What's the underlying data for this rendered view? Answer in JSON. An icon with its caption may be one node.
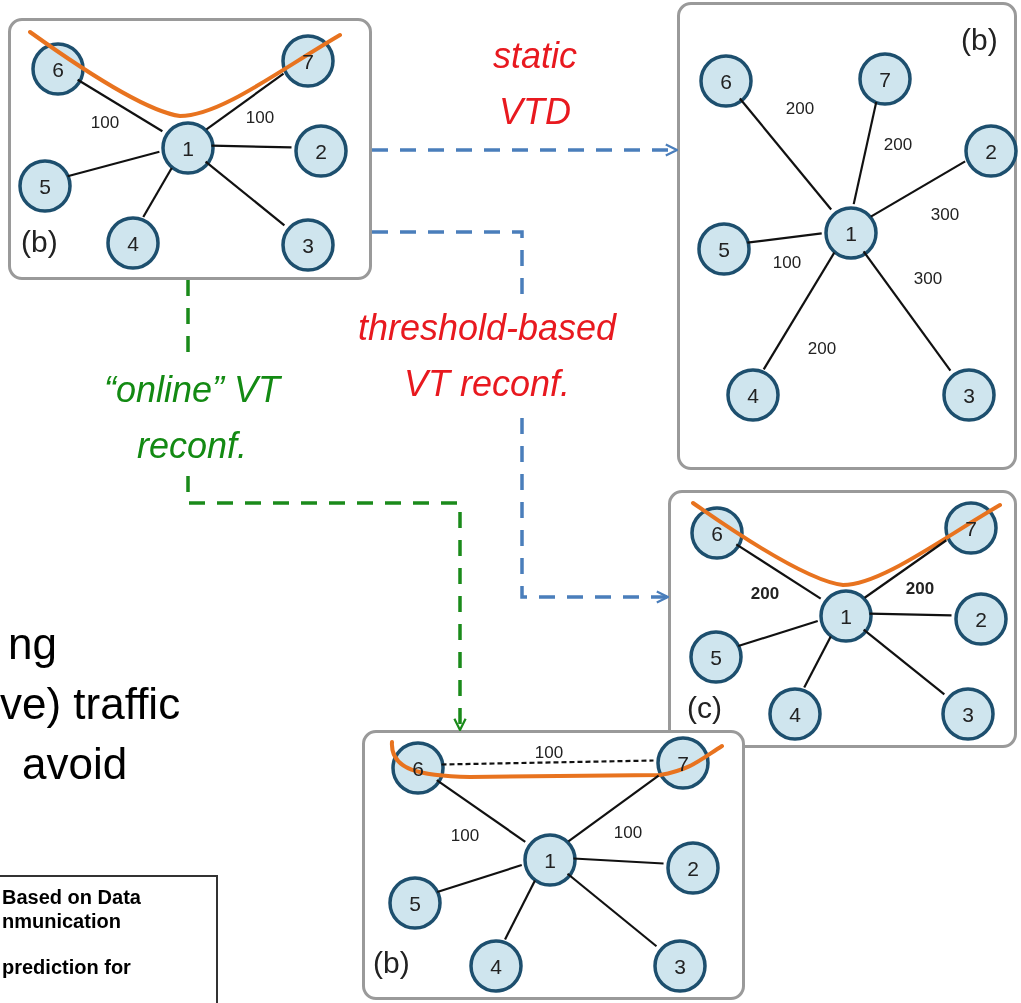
{
  "diagram": {
    "nodes": [
      {
        "text": [
          "(b)"
        ]
      },
      {
        "text": [
          "6"
        ],
        "in": 0
      },
      {
        "text": [
          "7"
        ],
        "in": 0
      },
      {
        "text": [
          "1"
        ],
        "in": 0
      },
      {
        "text": [
          "2"
        ],
        "in": 0
      },
      {
        "text": [
          "5"
        ],
        "in": 0
      },
      {
        "text": [
          "4"
        ],
        "in": 0
      },
      {
        "text": [
          "3"
        ],
        "in": 0
      },
      {
        "text": [
          "(b)"
        ]
      },
      {
        "text": [
          "6"
        ],
        "in": 8
      },
      {
        "text": [
          "7"
        ],
        "in": 8
      },
      {
        "text": [
          "1"
        ],
        "in": 8
      },
      {
        "text": [
          "2"
        ],
        "in": 8
      },
      {
        "text": [
          "5"
        ],
        "in": 8
      },
      {
        "text": [
          "4"
        ],
        "in": 8
      },
      {
        "text": [
          "3"
        ],
        "in": 8
      },
      {
        "text": [
          "(c)"
        ]
      },
      {
        "text": [
          "6"
        ],
        "in": 16
      },
      {
        "text": [
          "7"
        ],
        "in": 16
      },
      {
        "text": [
          "1"
        ],
        "in": 16
      },
      {
        "text": [
          "2"
        ],
        "in": 16
      },
      {
        "text": [
          "5"
        ],
        "in": 16
      },
      {
        "text": [
          "4"
        ],
        "in": 16
      },
      {
        "text": [
          "3"
        ],
        "in": 16
      },
      {
        "text": [
          "(b)"
        ]
      },
      {
        "text": [
          "6"
        ],
        "in": 24
      },
      {
        "text": [
          "7"
        ],
        "in": 24
      },
      {
        "text": [
          "1"
        ],
        "in": 24
      },
      {
        "text": [
          "2"
        ],
        "in": 24
      },
      {
        "text": [
          "5"
        ],
        "in": 24
      },
      {
        "text": [
          "4"
        ],
        "in": 24
      },
      {
        "text": [
          "3"
        ],
        "in": 24
      },
      {
        "text": [
          "Based on Data nmunication",
          "prediction for"
        ]
      }
    ],
    "edges": [
      {
        "from": 3,
        "to": 1,
        "arrow": "none",
        "label": "100"
      },
      {
        "from": 3,
        "to": 2,
        "arrow": "none",
        "label": "100"
      },
      {
        "from": 3,
        "to": 4,
        "arrow": "none"
      },
      {
        "from": 3,
        "to": 5,
        "arrow": "none"
      },
      {
        "from": 3,
        "to": 6,
        "arrow": "none"
      },
      {
        "from": 3,
        "to": 7,
        "arrow": "none"
      },
      {
        "from": 11,
        "to": 9,
        "arrow": "none",
        "label": "200"
      },
      {
        "from": 11,
        "to": 10,
        "arrow": "none",
        "label": "200"
      },
      {
        "from": 11,
        "to": 12,
        "arrow": "none",
        "label": "300"
      },
      {
        "from": 11,
        "to": 13,
        "arrow": "none",
        "label": "100"
      },
      {
        "from": 11,
        "to": 14,
        "arrow": "none",
        "label": "200"
      },
      {
        "from": 11,
        "to": 15,
        "arrow": "none",
        "label": "300"
      },
      {
        "from": 19,
        "to": 17,
        "arrow": "none",
        "label": "200"
      },
      {
        "from": 19,
        "to": 18,
        "arrow": "none",
        "label": "200"
      },
      {
        "from": 19,
        "to": 20,
        "arrow": "none"
      },
      {
        "from": 19,
        "to": 21,
        "arrow": "none"
      },
      {
        "from": 19,
        "to": 22,
        "arrow": "none"
      },
      {
        "from": 19,
        "to": 23,
        "arrow": "none"
      },
      {
        "from": 27,
        "to": 25,
        "arrow": "none",
        "label": "100"
      },
      {
        "from": 27,
        "to": 26,
        "arrow": "none",
        "label": "100"
      },
      {
        "from": 27,
        "to": 28,
        "arrow": "none"
      },
      {
        "from": 27,
        "to": 29,
        "arrow": "none"
      },
      {
        "from": 27,
        "to": 30,
        "arrow": "none"
      },
      {
        "from": 27,
        "to": 31,
        "arrow": "none"
      },
      {
        "from": 25,
        "to": 26,
        "arrow": "none",
        "label": "100",
        "style": "dashed"
      },
      {
        "from": 0,
        "to": 8,
        "arrow": "to",
        "label": "static VTD",
        "style": "dashed",
        "color": "#4a7ebb"
      },
      {
        "from": 0,
        "to": 16,
        "arrow": "to",
        "label": "threshold-based VT reconf.",
        "style": "dashed",
        "color": "#4a7ebb"
      },
      {
        "from": 0,
        "to": 24,
        "arrow": "to",
        "label": "“online” VT reconf.",
        "style": "dashed",
        "color": "#1a8a1a"
      }
    ],
    "labels": [
      "ng",
      "ve) traffic",
      "avoid"
    ]
  }
}
